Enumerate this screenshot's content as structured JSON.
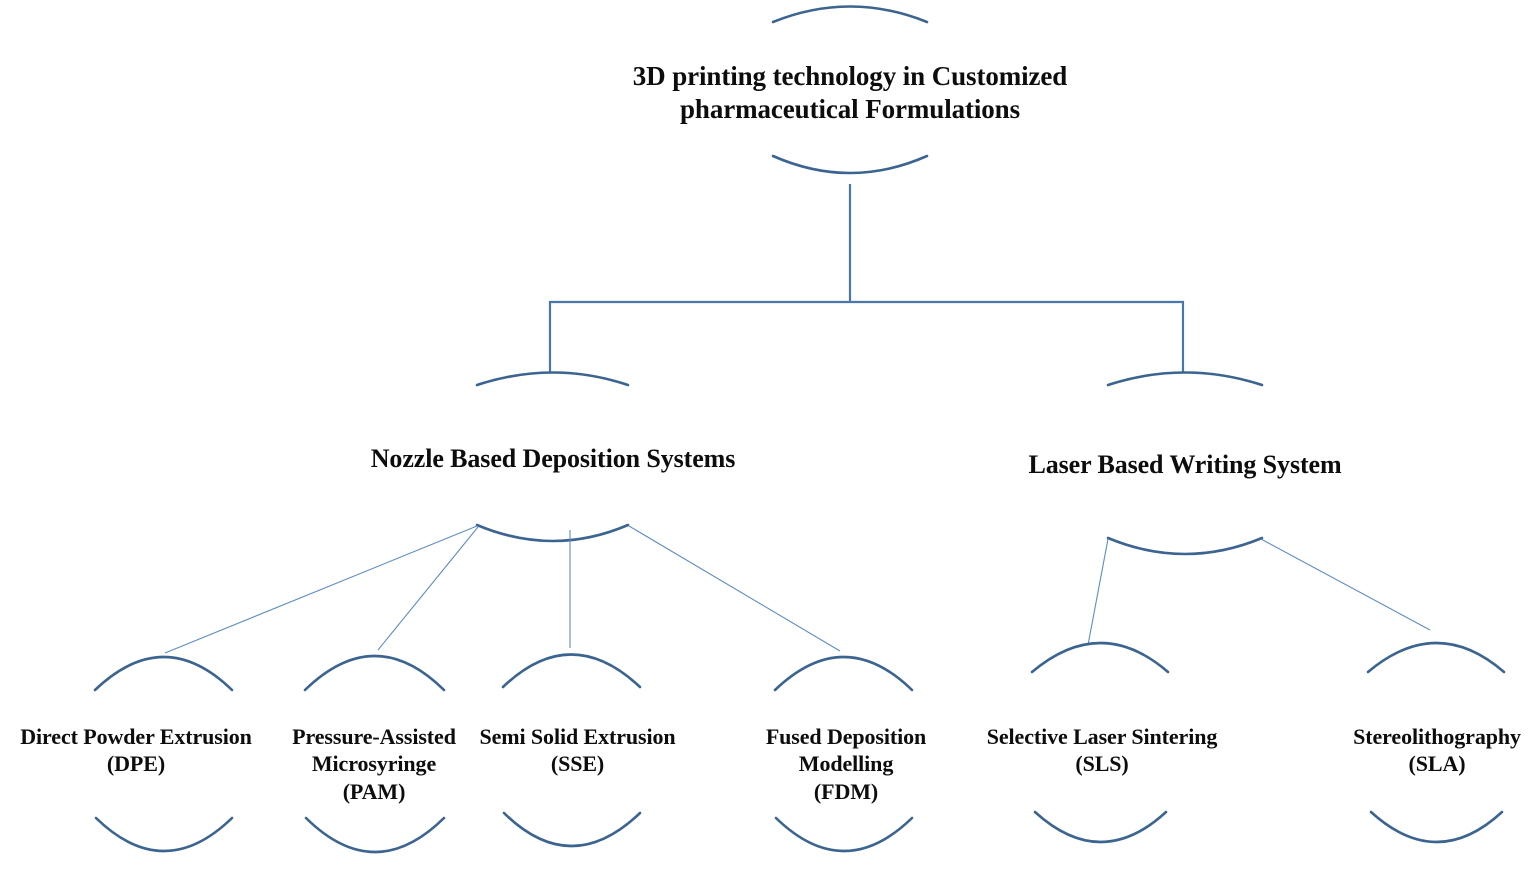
{
  "diagram": {
    "title": "3D printing technology in Customized pharmaceutical Formulations",
    "type": "hierarchy-tree",
    "background_color": "#ffffff",
    "connector_color": "#4a77ab",
    "node_outline_color": "#3c6490",
    "text_color": "#0d0d0d",
    "root": {
      "id": "root",
      "label": "3D printing technology in Customized\npharmaceutical  Formulations"
    },
    "branches": [
      {
        "id": "nozzle-based-deposition-systems",
        "label": "Nozzle Based Deposition Systems",
        "children": [
          {
            "id": "direct-powder-extrusion",
            "label": "Direct Powder Extrusion\n(DPE)",
            "name": "Direct Powder Extrusion",
            "abbreviation": "DPE"
          },
          {
            "id": "pressure-assisted-microsyringe",
            "label": "Pressure-Assisted\nMicrosyringe\n(PAM)",
            "name": "Pressure-Assisted Microsyringe",
            "abbreviation": "PAM"
          },
          {
            "id": "semi-solid-extrusion",
            "label": "Semi Solid  Extrusion\n(SSE)",
            "name": "Semi Solid Extrusion",
            "abbreviation": "SSE"
          },
          {
            "id": "fused-deposition-modelling",
            "label": "Fused Deposition\nModelling\n(FDM)",
            "name": "Fused Deposition Modelling",
            "abbreviation": "FDM"
          }
        ]
      },
      {
        "id": "laser-based-writing-system",
        "label": "Laser Based Writing System",
        "children": [
          {
            "id": "selective-laser-sintering",
            "label": "Selective Laser Sintering\n(SLS)",
            "name": "Selective Laser Sintering",
            "abbreviation": "SLS"
          },
          {
            "id": "stereolithography",
            "label": "Stereolithography\n(SLA)",
            "name": "Stereolithography",
            "abbreviation": "SLA"
          }
        ]
      }
    ]
  }
}
